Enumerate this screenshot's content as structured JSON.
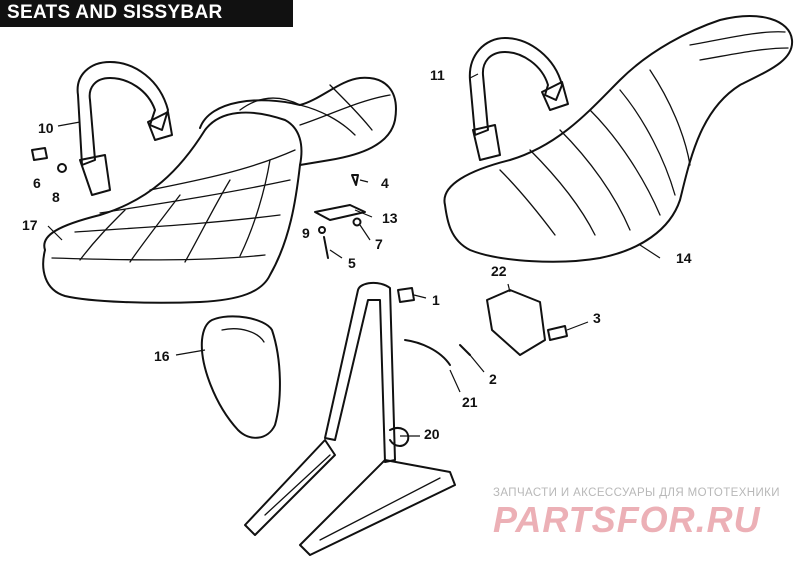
{
  "title": "SEATS AND SISSYBAR",
  "callouts": {
    "c1": "1",
    "c2": "2",
    "c3": "3",
    "c4": "4",
    "c5": "5",
    "c6": "6",
    "c7": "7",
    "c8": "8",
    "c9": "9",
    "c10": "10",
    "c11": "11",
    "c13": "13",
    "c14": "14",
    "c16": "16",
    "c17": "17",
    "c20": "20",
    "c21": "21",
    "c22": "22"
  },
  "watermark": {
    "tagline": "ЗАПЧАСТИ И АКСЕССУАРЫ ДЛЯ МОТОТЕХНИКИ",
    "logo": "PARTSFOR.RU"
  }
}
